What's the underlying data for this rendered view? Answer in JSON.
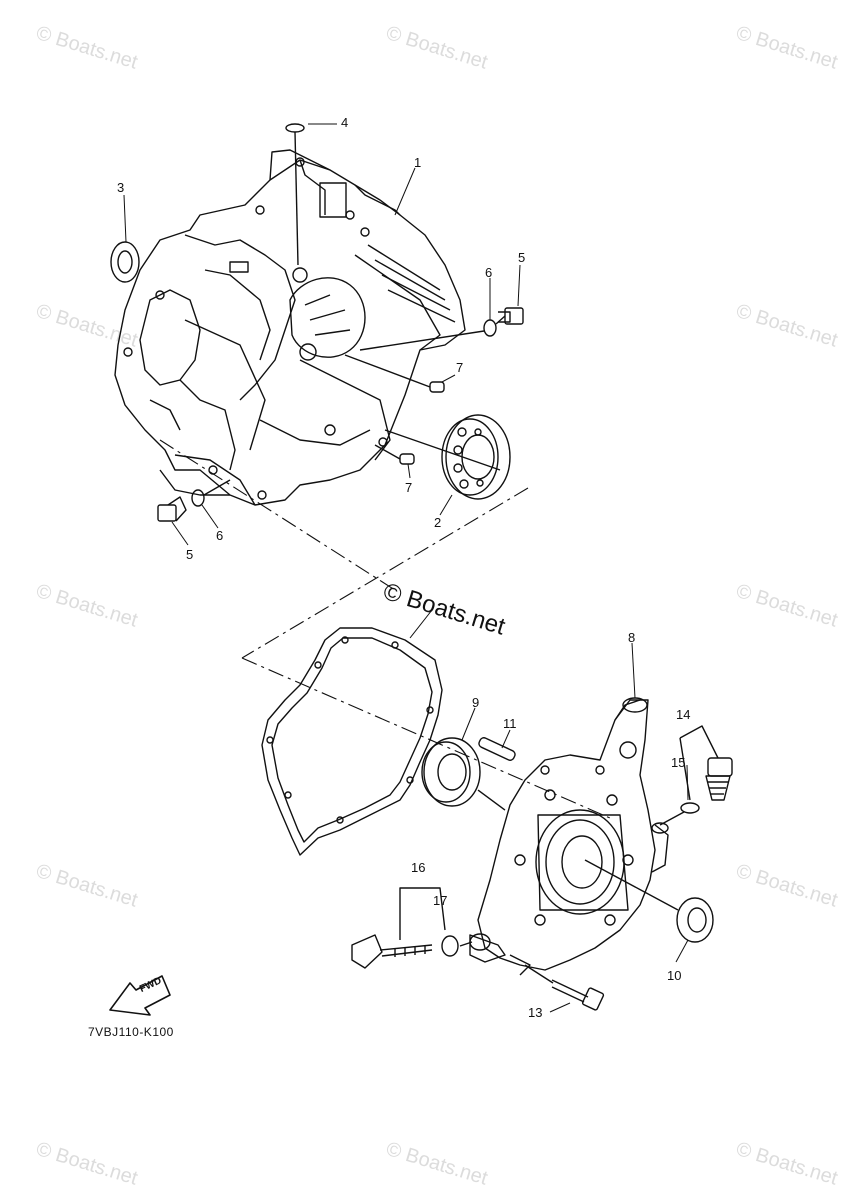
{
  "watermark": {
    "text": "© Boats.net",
    "main_text": "© Boats.net"
  },
  "diagram": {
    "code": "7VBJ110-K100",
    "fwd_label": "FWD",
    "callouts": {
      "c1": "1",
      "c2": "2",
      "c3": "3",
      "c4": "4",
      "c5a": "5",
      "c5b": "5",
      "c6a": "6",
      "c6b": "6",
      "c7a": "7",
      "c7b": "7",
      "c8": "8",
      "c9": "9",
      "c10": "10",
      "c11": "11",
      "c13": "13",
      "c14": "14",
      "c15": "15",
      "c16": "16",
      "c17": "17"
    }
  }
}
